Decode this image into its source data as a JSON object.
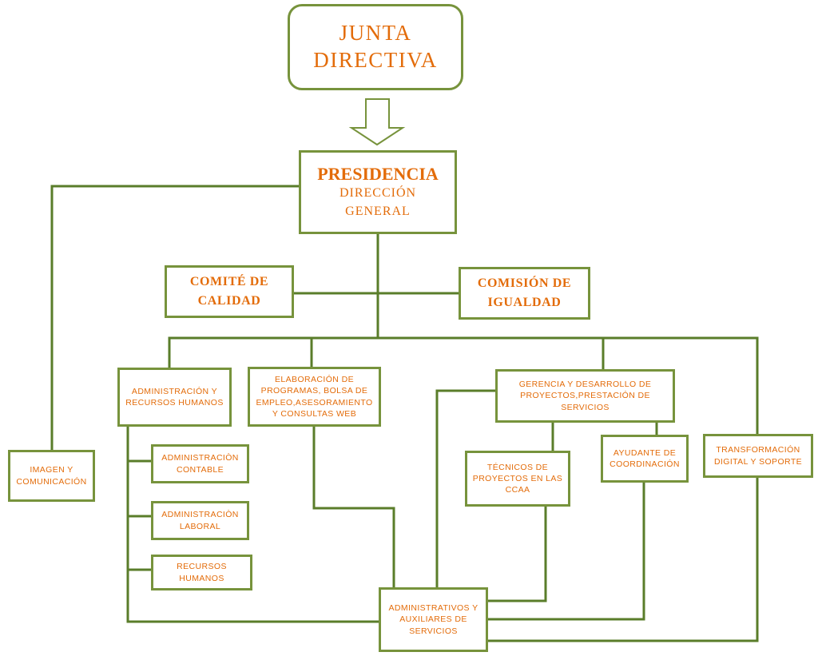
{
  "theme": {
    "line_color": "#5a7d2a",
    "border_color": "#77933c",
    "text_color": "#e36c0a"
  },
  "junta": {
    "line1": "JUNTA",
    "line2": "DIRECTIVA"
  },
  "presidencia": {
    "title": "PRESIDENCIA",
    "sub1": "DIRECCIÓN",
    "sub2": "GENERAL"
  },
  "comite": {
    "line1": "COMITÉ DE",
    "line2": "CALIDAD"
  },
  "comision": {
    "line1": "COMISIÓN DE",
    "line2": "IGUALDAD"
  },
  "imagen": {
    "line1": "IMAGEN Y",
    "line2": "COMUNICACIÓN"
  },
  "admin_rrhh": {
    "line1": "ADMINISTRACIÓN Y",
    "line2": "RECURSOS HUMANOS"
  },
  "admin_contable": {
    "line1": "ADMINISTRACIÒN",
    "line2": "CONTABLE"
  },
  "admin_laboral": {
    "line1": "ADMINISTRACIÒN",
    "line2": "LABORAL"
  },
  "recursos_humanos": {
    "line1": "RECURSOS",
    "line2": "HUMANOS"
  },
  "elaboracion": {
    "line1": "ELABORACIÓN DE",
    "line2": "PROGRAMAS, BOLSA DE",
    "line3": "EMPLEO,ASESORAMIENTO",
    "line4": "Y CONSULTAS WEB"
  },
  "gerencia": {
    "line1": "GERENCIA Y DESARROLLO DE",
    "line2": "PROYECTOS,PRESTACIÓN DE",
    "line3": "SERVICIOS"
  },
  "tecnicos": {
    "line1": "TÉCNICOS DE",
    "line2": "PROYECTOS EN LAS",
    "line3": "CCAA"
  },
  "ayudante": {
    "line1": "AYUDANTE DE",
    "line2": "COORDINACIÓN"
  },
  "transformacion": {
    "line1": "TRANSFORMACIÓN",
    "line2": "DIGITAL Y SOPORTE"
  },
  "administrativos": {
    "line1": "ADMINISTRATIVOS Y",
    "line2": "AUXILIARES DE",
    "line3": "SERVICIOS"
  }
}
